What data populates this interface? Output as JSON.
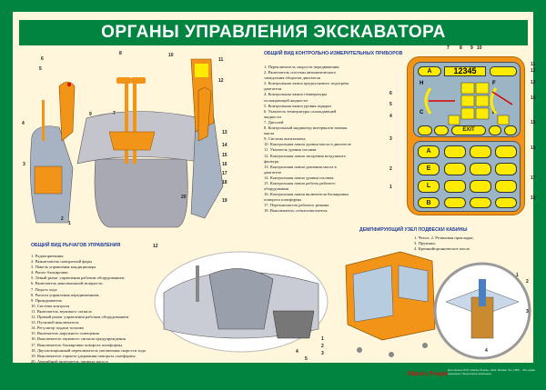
{
  "title": "ОРГАНЫ УПРАВЛЕНИЯ ЭКСКАВАТОРА",
  "instruments": {
    "heading": "Общий вид контрольно-измерительных приборов",
    "items": [
      "1. Переключатель скорости передвижения",
      "2. Включатель системы автоматического замедления оборотов двигателя",
      "3. Контрольная лампа предпускового подогрева двигателя",
      "4. Контрольная лампа температуры охлаждающей жидкости",
      "5. Контрольная лампа уровня зарядки",
      "6. Указатель температуры охлаждающей жидкости",
      "7. Дисплей",
      "8. Контрольный индикатор интервалов замены масла",
      "9. Система антизахвата",
      "10. Контрольная лампа уровня масла в двигателе",
      "11. Указатель уровня топлива",
      "12. Контрольная лампа засорения воздушного фильтра",
      "13. Контрольная лампа давления масла в двигателе",
      "14. Контрольная лампа уровня топлива",
      "15. Контрольная лампа работы рабочего оборудования",
      "16. Контрольная лампа включателя блокировки поворота платформы",
      "17. Переключатель рабочего режима",
      "18. Выключатель стеклоочистителя"
    ]
  },
  "levers": {
    "heading": "Общий вид рычагов управления",
    "items": [
      "1. Радиоприемник",
      "2. Выключатель поворотной фары",
      "3. Панель управления кондиционера",
      "4. Рычаг блокировки",
      "5. Левый рычаг управления рабочим оборудованием",
      "6. Включатель максимальной мощности",
      "7. Педаль хода",
      "8. Рычаги управления передвижением",
      "9. Прикуриватель",
      "10. Система контроля",
      "11. Включатель звукового сигнала",
      "12. Правый рычаг управления рабочим оборудованием",
      "13. Пусковой выключатель",
      "14. Регулятор подачи топлива",
      "15. Включатель наружного освещения",
      "16. Выключатель звукового сигнала предупреждения",
      "17. Выключатель блокировки поворота платформы",
      "18. Двухпозиционный переключатель увеличения скорости хода",
      "19. Выключатель тормоза удержания поворота платформы",
      "20. Аварийный включатель привода насоса"
    ]
  },
  "cab": {
    "heading": "Демпфирующий узел подвески кабины",
    "items": [
      "1. Чехол; 2. Резиновая прокладка;",
      "3. Пружина;",
      "4. Кремнийорганическое масло"
    ]
  },
  "display": {
    "mode": "A",
    "counter": "12345",
    "h": "H",
    "c": "C",
    "f": "F",
    "e": "E",
    "keys": [
      "A",
      "E",
      "L",
      "B"
    ],
    "exit": "EXIT"
  },
  "callouts": {
    "left": [
      "1",
      "2",
      "3",
      "4",
      "5",
      "6",
      "7",
      "8",
      "9",
      "10",
      "11",
      "12",
      "13",
      "14",
      "15",
      "16",
      "17",
      "18",
      "19",
      "20"
    ],
    "device": [
      "1",
      "2",
      "3",
      "4",
      "5",
      "6",
      "7",
      "8",
      "9",
      "10",
      "11",
      "12",
      "13",
      "14",
      "15",
      "16",
      "17",
      "18"
    ],
    "interior": [
      "1",
      "2",
      "3",
      "4",
      "5",
      "12"
    ],
    "cab": [
      "1",
      "2",
      "3",
      "4"
    ]
  },
  "footer": {
    "brand": "History People",
    "text": "Изготовлено ООО «History People», 2012. Москва. Тел. (495) ... Все права защищены. Перепечатка запрещена."
  },
  "colors": {
    "green": "#00843f",
    "cream": "#fff6dc",
    "orange": "#f29418",
    "yellow": "#ffeb00",
    "blue": "#1e3a9a"
  }
}
